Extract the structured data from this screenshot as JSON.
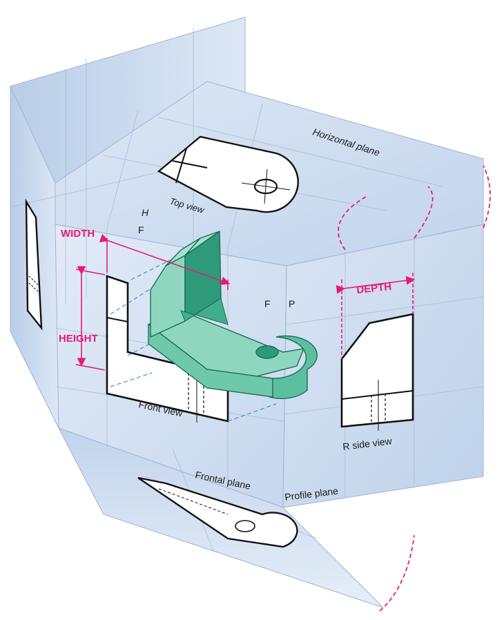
{
  "labels": {
    "horizontal_plane": "Horizontal plane",
    "top_view": "Top view",
    "frontal_plane": "Frontal plane",
    "profile_plane": "Profile plane",
    "front_view": "Front view",
    "r_side_view": "R side view",
    "fold_h": "H",
    "fold_f_top": "F",
    "fold_f_side": "F",
    "fold_p": "P"
  },
  "dimensions": {
    "width": "WIDTH",
    "height": "HEIGHT",
    "depth": "DEPTH"
  },
  "colors": {
    "plane": "#c9d9ee",
    "plane_dark": "#aec4e2",
    "part_light": "#8fd6bf",
    "part_mid": "#5cbf9f",
    "part_dark": "#2f9a7a",
    "dimension": "#e8197a",
    "projector": "#3b8fd6"
  }
}
